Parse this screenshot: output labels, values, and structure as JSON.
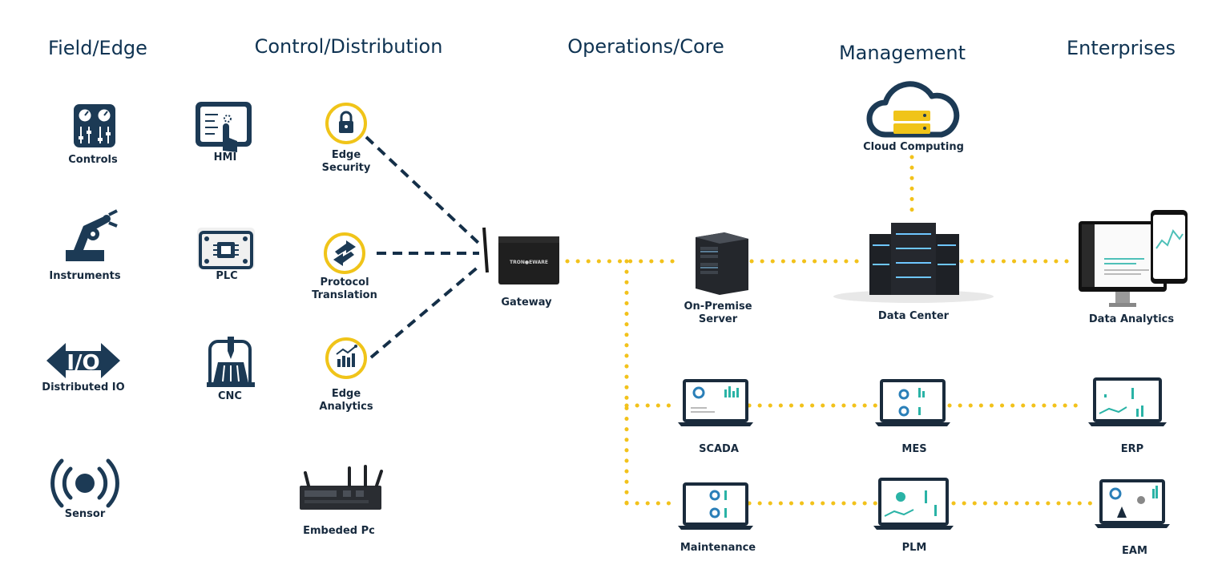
{
  "columns": {
    "field_edge": "Field/Edge",
    "control_distribution": "Control/Distribution",
    "operations_core": "Operations/Core",
    "management": "Management",
    "enterprises": "Enterprises"
  },
  "nodes": {
    "controls": "Controls",
    "instruments": "Instruments",
    "distributed_io": "Distributed IO",
    "io_glyph": "I/O",
    "sensor": "Sensor",
    "hmi": "HMI",
    "plc": "PLC",
    "cnc": "CNC",
    "edge_security": "Edge\nSecurity",
    "protocol_translation": "Protocol\nTranslation",
    "edge_analytics": "Edge\nAnalytics",
    "embedded_pc": "Embeded Pc",
    "gateway": "Gateway",
    "gateway_brand": "TRON●EWARE",
    "on_premise_server": "On-Premise\nServer",
    "cloud_computing": "Cloud Computing",
    "data_center": "Data Center",
    "data_analytics": "Data Analytics",
    "scada": "SCADA",
    "mes": "MES",
    "erp": "ERP",
    "maintenance": "Maintenance",
    "plm": "PLM",
    "eam": "EAM"
  },
  "colors": {
    "navy": "#1c3a55",
    "dash": "#142f48",
    "gold_dots": "#f2c21b",
    "ring": "#f0c419",
    "teal": "#2ab3a6"
  }
}
